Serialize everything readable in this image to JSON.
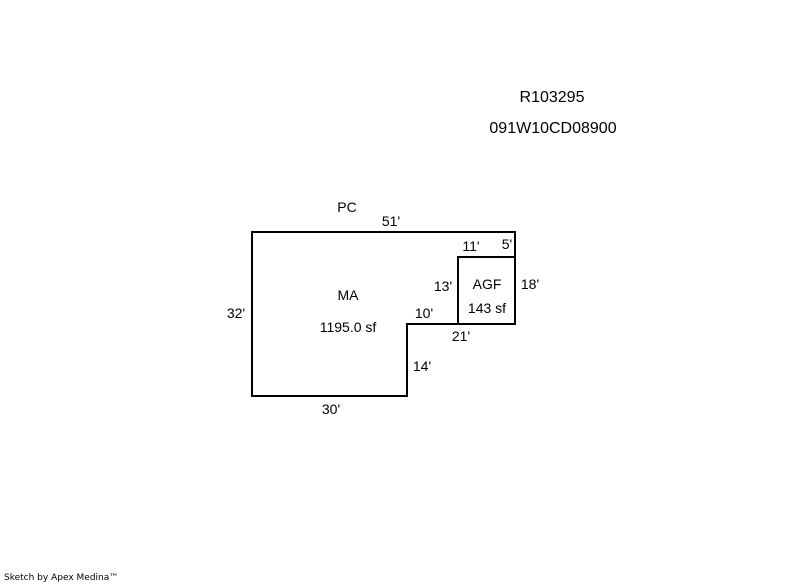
{
  "header": {
    "parcel_id": "R103295",
    "map_number": "091W10CD08900"
  },
  "sketch": {
    "porch_label": "PC",
    "main_area": {
      "label": "MA",
      "area": "1195.0 sf"
    },
    "garage": {
      "label": "AGF",
      "area": "143 sf"
    },
    "dimensions": {
      "top": "51'",
      "left": "32'",
      "bottom": "30'",
      "step_vertical": "14'",
      "step_horizontal": "10'",
      "garage_top": "11'",
      "garage_offset": "5'",
      "garage_left": "13'",
      "garage_right": "18'",
      "garage_bottom": "21'"
    }
  },
  "footer": {
    "credit": "Sketch by Apex Medina™"
  }
}
